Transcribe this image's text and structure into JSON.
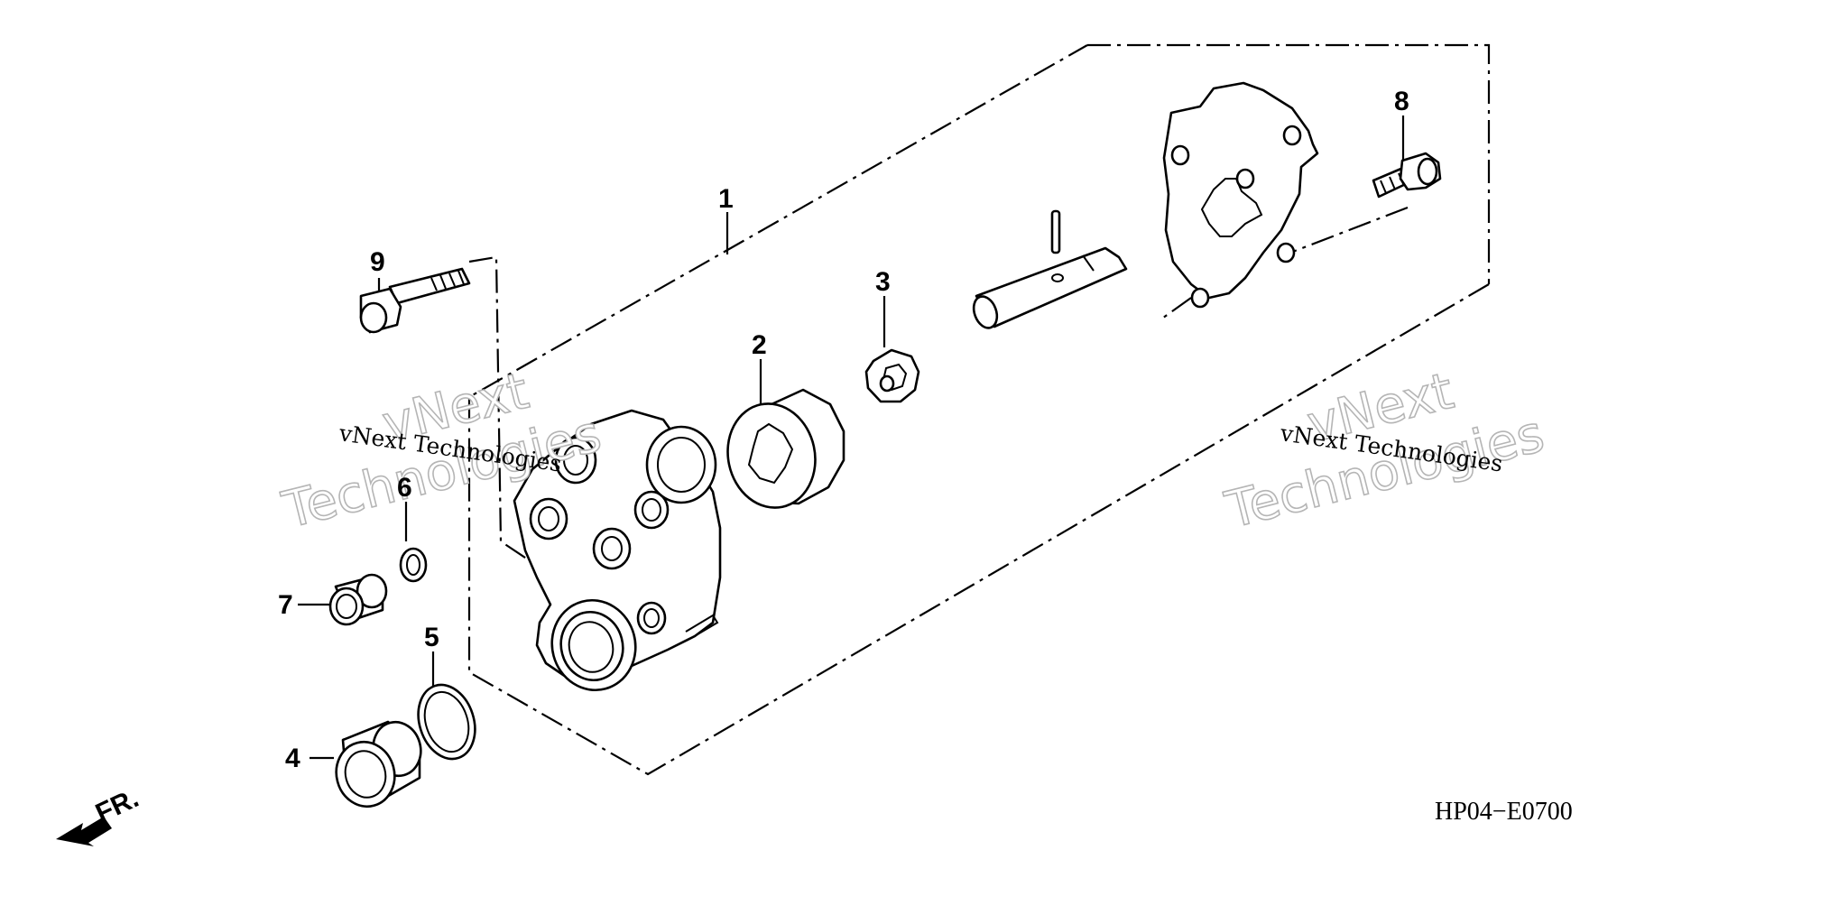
{
  "diagram_code": "HP04−E0700",
  "front_indicator": "FR.",
  "watermark": {
    "small_text": "vNext Technologies",
    "big_line1": "vNext",
    "big_line2": "Technologies"
  },
  "callouts": {
    "c1": "1",
    "c2": "2",
    "c3": "3",
    "c4": "4",
    "c5": "5",
    "c6": "6",
    "c7": "7",
    "c8": "8",
    "c9": "9"
  }
}
